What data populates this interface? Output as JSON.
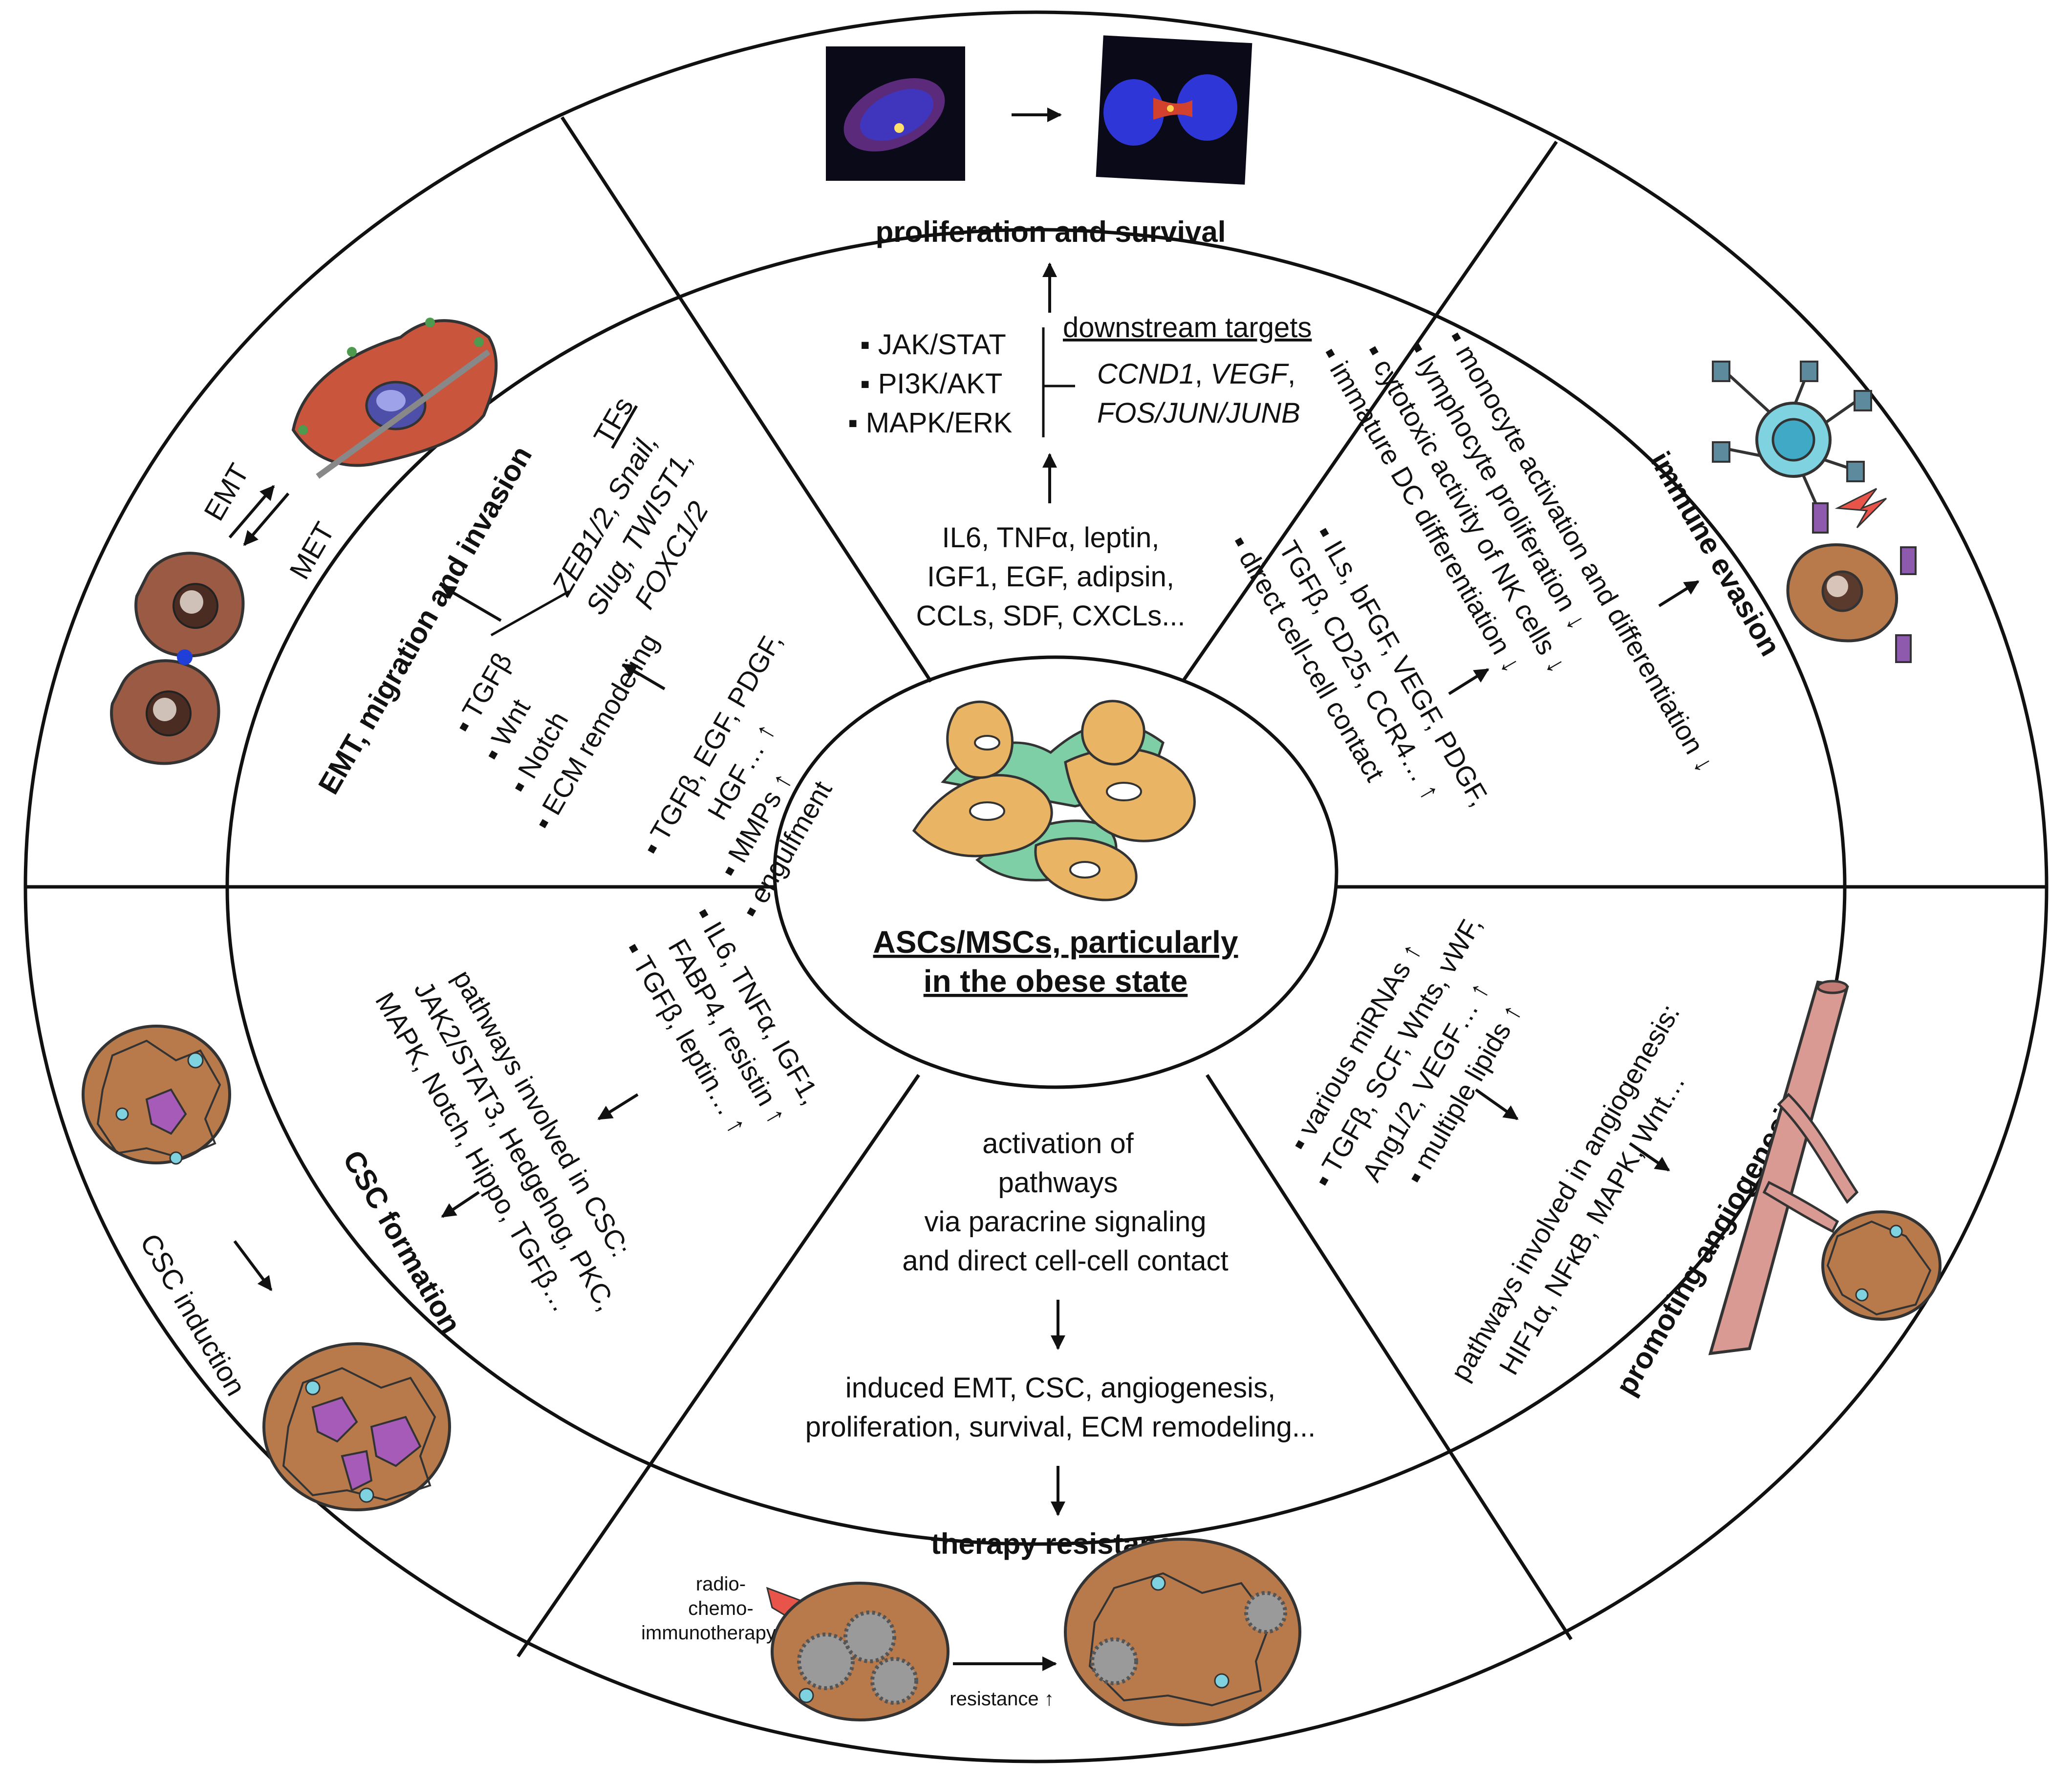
{
  "center": {
    "line1": "ASCs/MSCs, particularly",
    "line2": "in the obese state"
  },
  "proliferation": {
    "title": "proliferation and survival",
    "pathways": [
      "JAK/STAT",
      "PI3K/AKT",
      "MAPK/ERK"
    ],
    "downstream_label": "downstream targets",
    "targets_line1_a": "CCND1",
    "targets_line1_b": ", ",
    "targets_line1_c": "VEGF",
    "targets_line1_d": ",",
    "targets_line2": "FOS/JUN/JUNB",
    "factors": [
      "IL6, TNFα, leptin,",
      "IGF1, EGF, adipsin,",
      "CCLs, SDF, CXCLs..."
    ]
  },
  "immune": {
    "title": "immune evasion",
    "effects": [
      "monocyte activation and differentiation ↓",
      "lymphocyte proliferation ↓",
      "cytotoxic activity of NK cells ↓",
      "immature DC differentiation ↓"
    ],
    "factors": [
      "ILs, bFGF, VEGF, PDGF,",
      "TGFβ, CD25, CCR4… ↑",
      "direct cell-cell contact"
    ]
  },
  "emt": {
    "title": "EMT, migration and invasion",
    "tfs_label": "TFs",
    "tfs": [
      "ZEB1/2, Snail,",
      "Slug, TWIST1,",
      "FOXC1/2"
    ],
    "pathways": [
      "TGFβ",
      "Wnt",
      "Notch",
      "ECM remodeling"
    ],
    "factors": [
      "TGFβ, EGF, PDGF,",
      "HGF… ↑",
      "MMPs ↑",
      "engulfment"
    ],
    "emt_label": "EMT",
    "met_label": "MET"
  },
  "csc": {
    "title": "CSC formation",
    "factors": [
      "IL6, TNFα, IGF1,",
      "FABP4, resistin ↑",
      "TGFβ, leptin… ↑"
    ],
    "pathways": [
      "pathways involved in CSC:",
      "JAK2/STAT3, Hedgehog, PKC,",
      "MAPK, Notch, Hippo, TGFβ…"
    ],
    "induction_label": "CSC induction"
  },
  "therapy": {
    "title": "therapy resistance",
    "activation": [
      "activation of",
      "pathways",
      "via paracrine signaling",
      "and direct cell-cell contact"
    ],
    "induced": [
      "induced EMT, CSC, angiogenesis,",
      "proliferation, survival, ECM remodeling..."
    ],
    "therapy_label": [
      "radio-",
      "chemo-",
      "immunotherapy"
    ],
    "resistance_label": "resistance ↑"
  },
  "angiogenesis": {
    "title": "promoting angiogenesis",
    "factors": [
      "various miRNAs ↑",
      "TGFβ, SCF, Wnts, vWF,",
      "Ang1/2, VEGF… ↑",
      "multiple lipids ↑"
    ],
    "pathways": [
      "pathways involved in angiogenesis:",
      "HIF1α, NFκB, MAPK, Wnt…"
    ]
  },
  "colors": {
    "stromal_orange": "#E9B463",
    "stromal_green": "#7FCFA6",
    "tumor_brown": "#B87A4B",
    "cell_dark": "#9A5A44",
    "vessel_pink": "#D99A94",
    "immune_cyan": "#7FD3E0",
    "csc_purple": "#A65BB8",
    "emt_red": "#C9553C"
  }
}
